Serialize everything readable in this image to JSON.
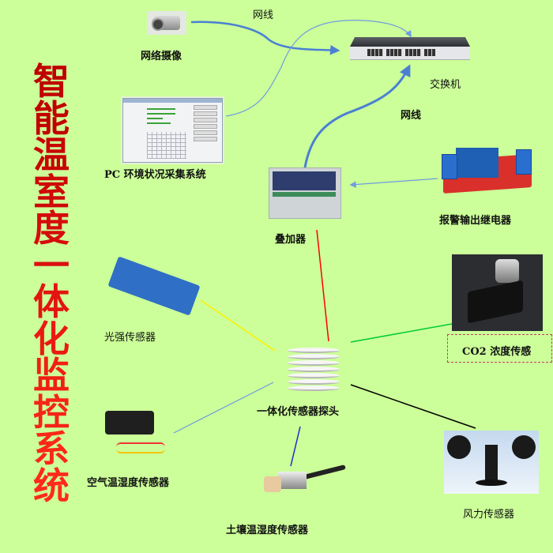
{
  "title": {
    "text": "智能温室度一体化监控系统",
    "chars": [
      "智",
      "能",
      "温",
      "室",
      "度",
      "一",
      "体",
      "化",
      "监",
      "控",
      "系",
      "统"
    ],
    "color_top": "#c00000",
    "color_bottom": "#ff2a1a"
  },
  "nodes": {
    "camera": {
      "label": "网络摄像"
    },
    "switch": {
      "label": "交换机"
    },
    "pc_system": {
      "label": "PC 环境状况采集系统"
    },
    "adder": {
      "label": "叠加器"
    },
    "relay": {
      "label": "报警输出继电器"
    },
    "light_sensor": {
      "label": "光强传感器"
    },
    "co2_sensor": {
      "label": "CO2 浓度传感"
    },
    "probe": {
      "label": "一体化传感器探头"
    },
    "air_sensor": {
      "label": "空气温湿度传感器"
    },
    "soil_sensor": {
      "label": "土壤温湿度传感器"
    },
    "wind_sensor": {
      "label": "风力传感器"
    }
  },
  "edges": {
    "top_cable_label": "网线",
    "right_cable_label": "网线",
    "colors": {
      "network": "#4a7fd4",
      "adder_probe": "#ff0000",
      "light_probe": "#ffee00",
      "co2_probe": "#00cc33",
      "air_probe": "#6f9be0",
      "soil_probe": "#1a2ccc",
      "wind_probe": "#000000"
    }
  },
  "background": "#ccff99"
}
